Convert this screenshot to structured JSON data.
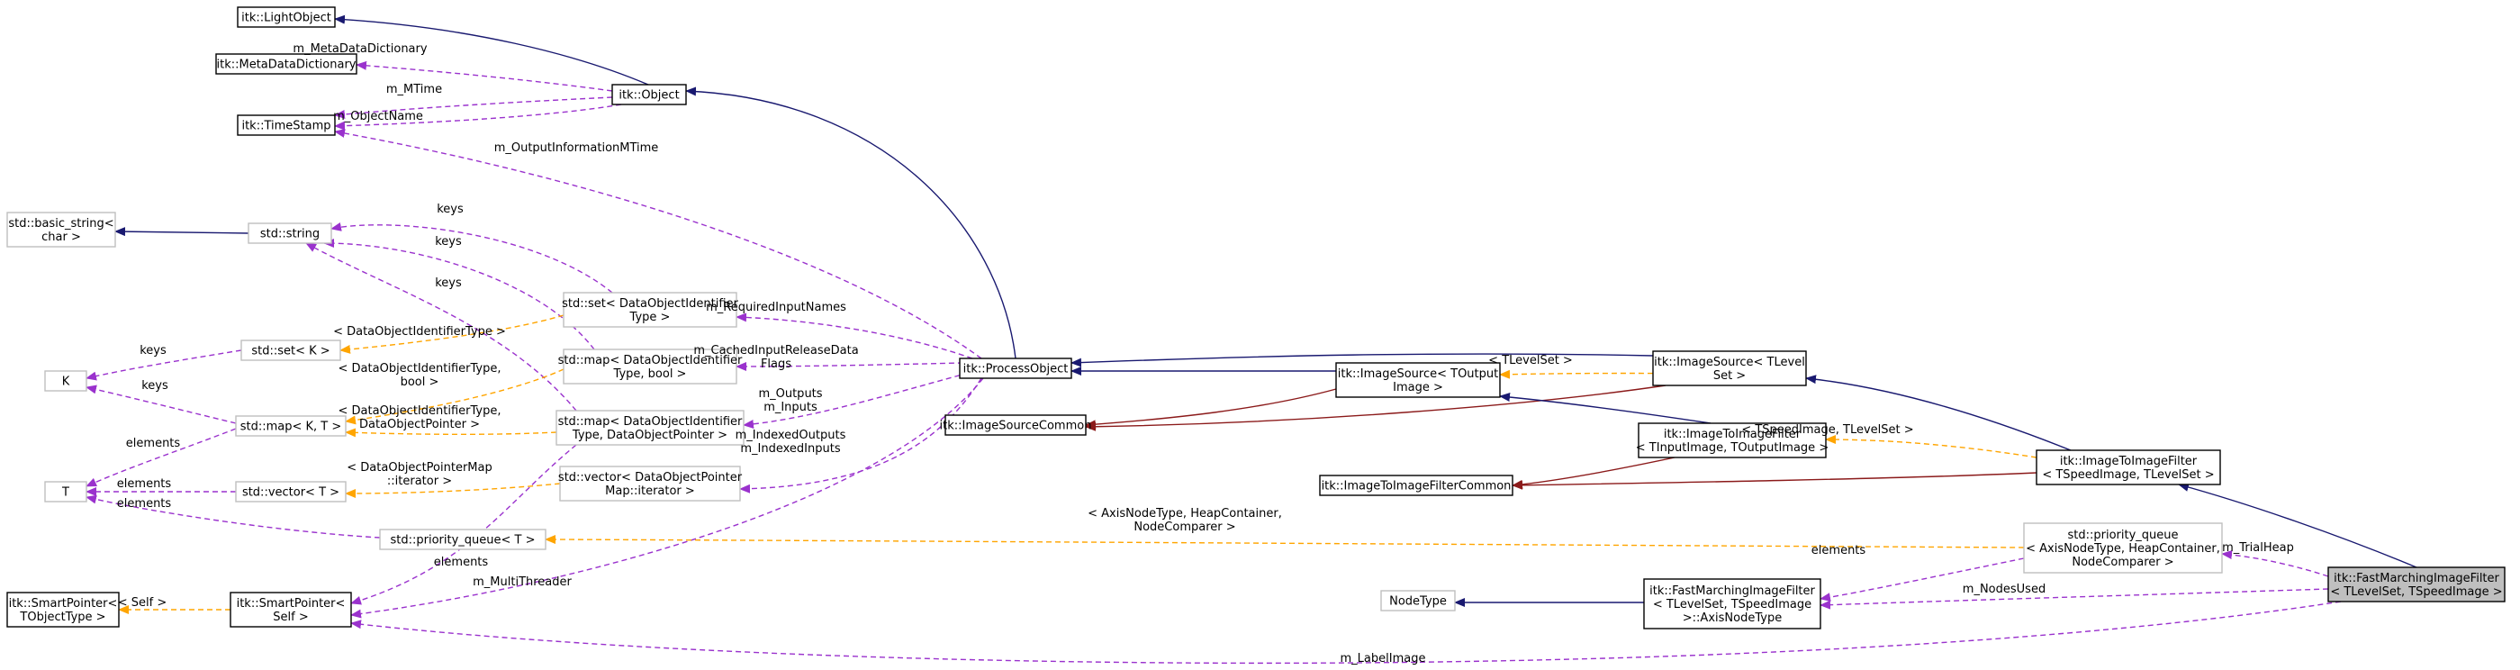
{
  "colors": {
    "inheritance": "#191970",
    "private_inheritance": "#8b1a1a",
    "usage": "#9a32cd",
    "template": "#ffa500",
    "documented_border": "#000000",
    "undocumented_border": "#bfbfbf",
    "focus_fill": "#bfbfbf"
  },
  "nodes": {
    "light_object": {
      "lines": [
        "itk::LightObject"
      ]
    },
    "meta_data_dictionary": {
      "lines": [
        "itk::MetaDataDictionary"
      ]
    },
    "time_stamp": {
      "lines": [
        "itk::TimeStamp"
      ]
    },
    "object": {
      "lines": [
        "itk::Object"
      ]
    },
    "basic_string": {
      "lines": [
        "std::basic_string<",
        "char >"
      ]
    },
    "std_string": {
      "lines": [
        "std::string"
      ]
    },
    "set_doid": {
      "lines": [
        "std::set< DataObjectIdentifier",
        "Type >"
      ]
    },
    "set_k": {
      "lines": [
        "std::set< K >"
      ]
    },
    "k": {
      "lines": [
        "K"
      ]
    },
    "map_doid_bool": {
      "lines": [
        "std::map< DataObjectIdentifier",
        "Type, bool >"
      ]
    },
    "map_k_t": {
      "lines": [
        "std::map< K, T >"
      ]
    },
    "map_doid_ptr": {
      "lines": [
        "std::map< DataObjectIdentifier",
        "Type, DataObjectPointer >"
      ]
    },
    "t": {
      "lines": [
        "T"
      ]
    },
    "vector_t": {
      "lines": [
        "std::vector< T >"
      ]
    },
    "vector_iter": {
      "lines": [
        "std::vector< DataObjectPointer",
        "Map::iterator >"
      ]
    },
    "priority_queue_t": {
      "lines": [
        "std::priority_queue< T >"
      ]
    },
    "smart_pointer_t": {
      "lines": [
        "itk::SmartPointer<",
        "TObjectType >"
      ]
    },
    "smart_pointer_self": {
      "lines": [
        "itk::SmartPointer<",
        "Self >"
      ]
    },
    "process_object": {
      "lines": [
        "itk::ProcessObject"
      ]
    },
    "image_source_output": {
      "lines": [
        "itk::ImageSource< TOutput",
        "Image >"
      ]
    },
    "image_source_common": {
      "lines": [
        "itk::ImageSourceCommon"
      ]
    },
    "image_source_level": {
      "lines": [
        "itk::ImageSource< TLevel",
        "Set >"
      ]
    },
    "image_to_image_in_out": {
      "lines": [
        "itk::ImageToImageFilter",
        "< TInputImage, TOutputImage >"
      ]
    },
    "image_to_image_common": {
      "lines": [
        "itk::ImageToImageFilterCommon"
      ]
    },
    "image_to_image_speed_level": {
      "lines": [
        "itk::ImageToImageFilter",
        "< TSpeedImage, TLevelSet >"
      ]
    },
    "priority_queue_axis": {
      "lines": [
        "std::priority_queue",
        "< AxisNodeType, HeapContainer,",
        "NodeComparer >"
      ]
    },
    "node_type": {
      "lines": [
        "NodeType"
      ]
    },
    "axis_node_type": {
      "lines": [
        "itk::FastMarchingImageFilter",
        "< TLevelSet, TSpeedImage",
        ">::AxisNodeType"
      ]
    },
    "fast_marching": {
      "lines": [
        "itk::FastMarchingImageFilter",
        "< TLevelSet, TSpeedImage >"
      ]
    }
  },
  "edge_labels": {
    "meta_data_dictionary": [
      "m_MetaDataDictionary"
    ],
    "m_mtime": [
      "m_MTime"
    ],
    "m_object_name": [
      "m_ObjectName"
    ],
    "m_output_information_mtime": [
      "m_OutputInformationMTime"
    ],
    "keys_set": [
      "keys"
    ],
    "keys_map_bool": [
      "keys"
    ],
    "keys_map_ptr": [
      "keys"
    ],
    "keys_k_set": [
      "keys"
    ],
    "keys_k_map": [
      "keys"
    ],
    "elements_map": [
      "elements"
    ],
    "elements_vector": [
      "elements"
    ],
    "elements_pq": [
      "elements"
    ],
    "elements_smart": [
      "elements"
    ],
    "doid_type": [
      "< DataObjectIdentifierType >"
    ],
    "doid_bool": [
      "< DataObjectIdentifierType,",
      "bool >"
    ],
    "doid_ptr": [
      "< DataObjectIdentifierType,",
      "DataObjectPointer >"
    ],
    "doid_map_iter": [
      "< DataObjectPointerMap",
      "::iterator >"
    ],
    "required_input_names": [
      "m_RequiredInputNames"
    ],
    "cached_input_release": [
      "m_CachedInputReleaseData",
      "Flags"
    ],
    "outputs_inputs": [
      "m_Outputs",
      "m_Inputs"
    ],
    "indexed_outputs_inputs": [
      "m_IndexedOutputs",
      "m_IndexedInputs"
    ],
    "multi_threader": [
      "m_MultiThreader"
    ],
    "self_tmpl": [
      "< Self >"
    ],
    "tlevelset": [
      "< TLevelSet >"
    ],
    "tspeed_tlevel": [
      "< TSpeedImage, TLevelSet >"
    ],
    "axis_heap_comparer": [
      "< AxisNodeType, HeapContainer,",
      "NodeComparer >"
    ],
    "trial_heap": [
      "m_TrialHeap"
    ],
    "elements_axis": [
      "elements"
    ],
    "nodes_used": [
      "m_NodesUsed"
    ],
    "label_image": [
      "m_LabelImage"
    ]
  }
}
